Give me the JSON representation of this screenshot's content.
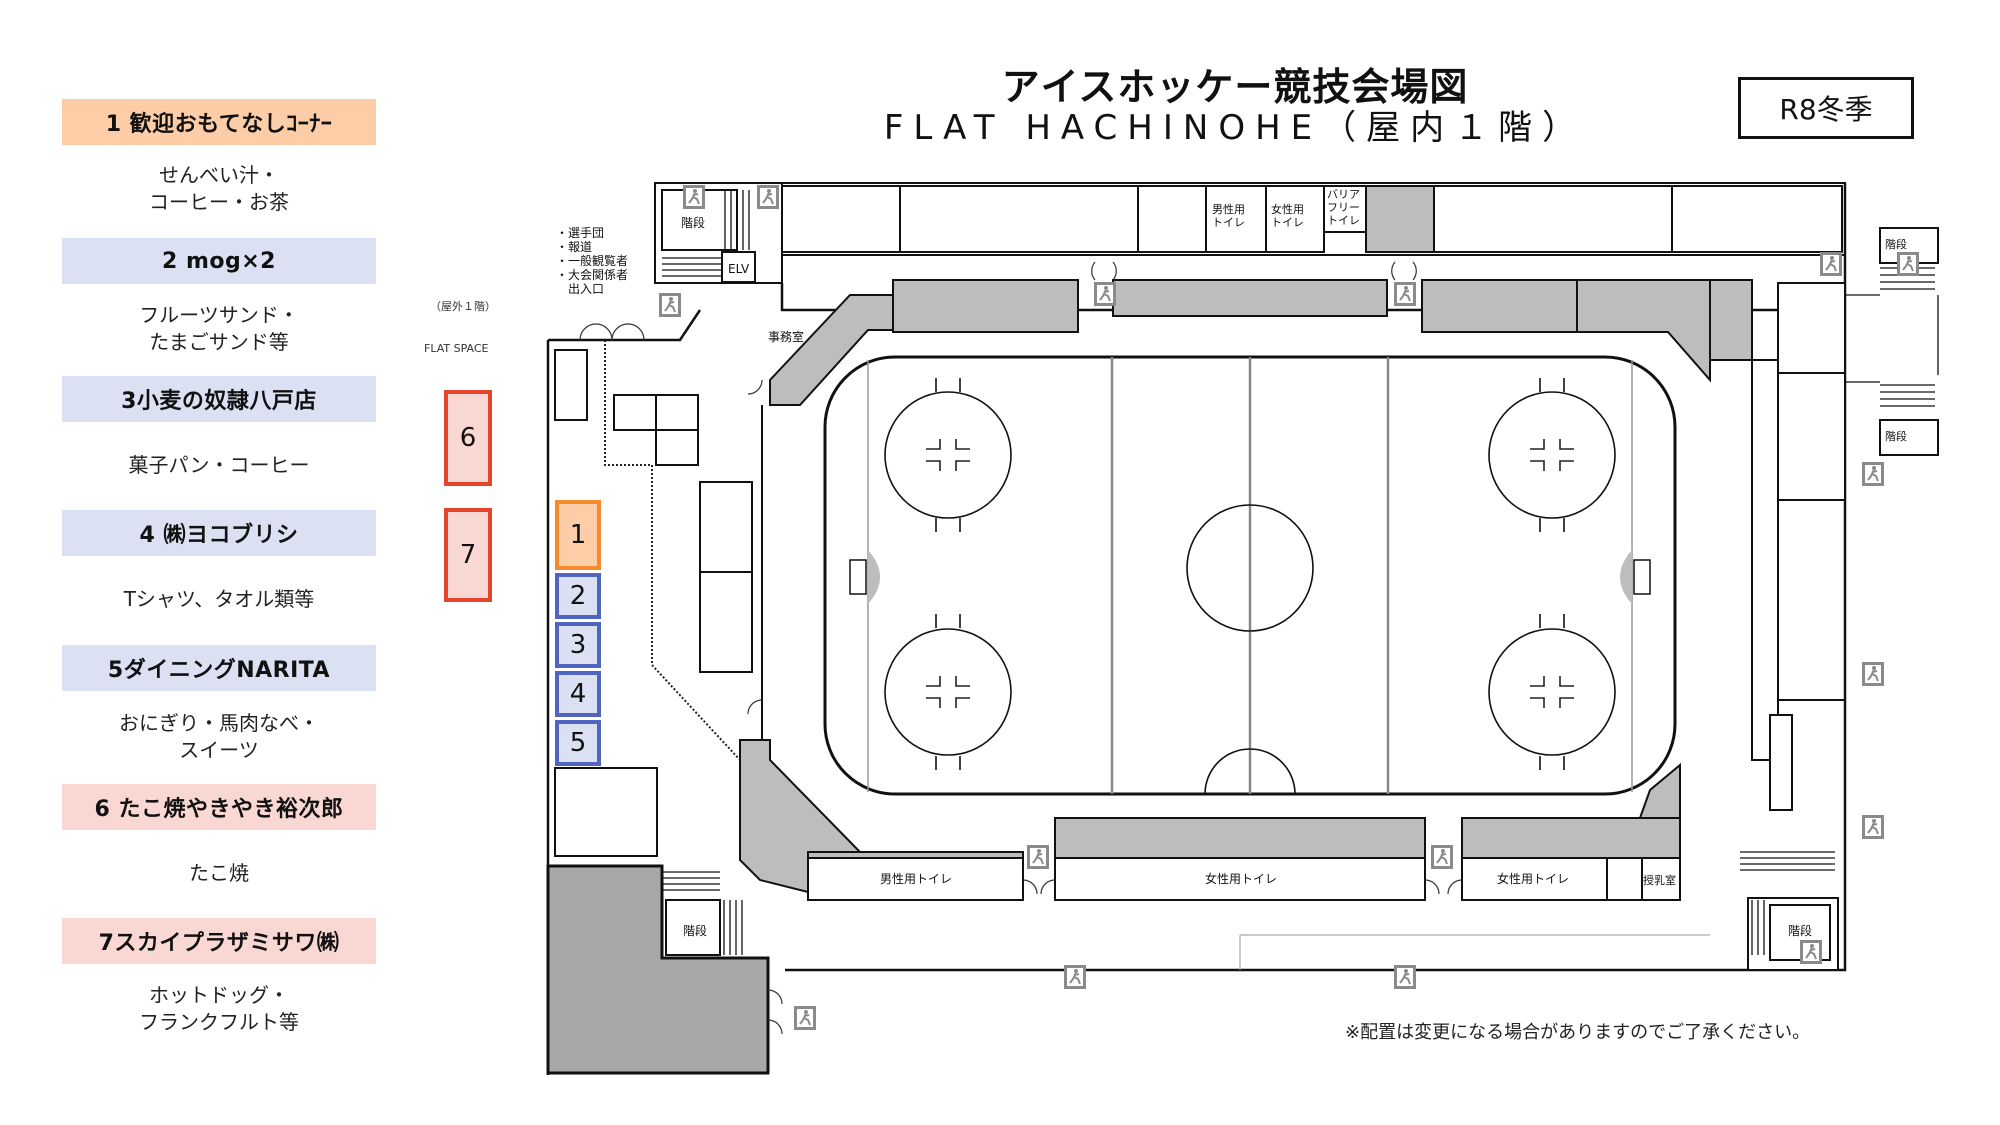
{
  "title": {
    "main": "アイスホッケー競技会場図",
    "sub": "FLAT HACHINOHE（屋内１階）",
    "season": "R8冬季"
  },
  "legend": [
    {
      "number": "1",
      "name": "1 歓迎おもてなしｺｰﾅｰ",
      "items": "せんべい汁・\nコーヒー・お茶",
      "color": "#fdcda8",
      "border": "#f58a2e"
    },
    {
      "number": "2",
      "name": "2 mog×2",
      "items": "フルーツサンド・\nたまごサンド等",
      "color": "#dbe0f2",
      "border": "#4f65c0"
    },
    {
      "number": "3",
      "name": "3小麦の奴隷八戸店",
      "items": "菓子パン・コーヒー",
      "color": "#dbe0f2",
      "border": "#4f65c0"
    },
    {
      "number": "4",
      "name": "4 ㈱ヨコブリシ",
      "items": "Tシャツ、タオル類等",
      "color": "#dbe0f2",
      "border": "#4f65c0"
    },
    {
      "number": "5",
      "name": "5ダイニングNARITA",
      "items": "おにぎり・馬肉なべ・\nスイーツ",
      "color": "#dbe0f2",
      "border": "#4f65c0"
    },
    {
      "number": "6",
      "name": "6 たこ焼やきやき裕次郎",
      "items": "たこ焼",
      "color": "#f9d7d3",
      "border": "#e5452a"
    },
    {
      "number": "7",
      "name": "7スカイプラザミサワ㈱",
      "items": "ホットドッグ・\nフランクフルト等",
      "color": "#f9d7d3",
      "border": "#e5452a"
    }
  ],
  "outdoor": {
    "floor_label": "（屋外１階）",
    "area_label": "FLAT SPACE",
    "booths": [
      "6",
      "7"
    ]
  },
  "indoor_booths": [
    "1",
    "2",
    "3",
    "4",
    "5"
  ],
  "map_labels": {
    "entrance_list": "・選手団\n・報道\n・一般観覧者\n・大会関係者\n　出入口",
    "stairs": "階段",
    "elevator": "ELV",
    "office": "事務室",
    "mens_toilet_small": "男性用\nトイレ",
    "womens_toilet_small": "女性用\nトイレ",
    "barrier_free_toilet": "バリア\nフリー\nトイレ",
    "mens_toilet": "男性用トイレ",
    "womens_toilet_center": "女性用トイレ",
    "womens_toilet_right": "女性用トイレ",
    "nursing_room": "授乳室"
  },
  "footer_note": "※配置は変更になる場合がありますのでご了承ください。"
}
